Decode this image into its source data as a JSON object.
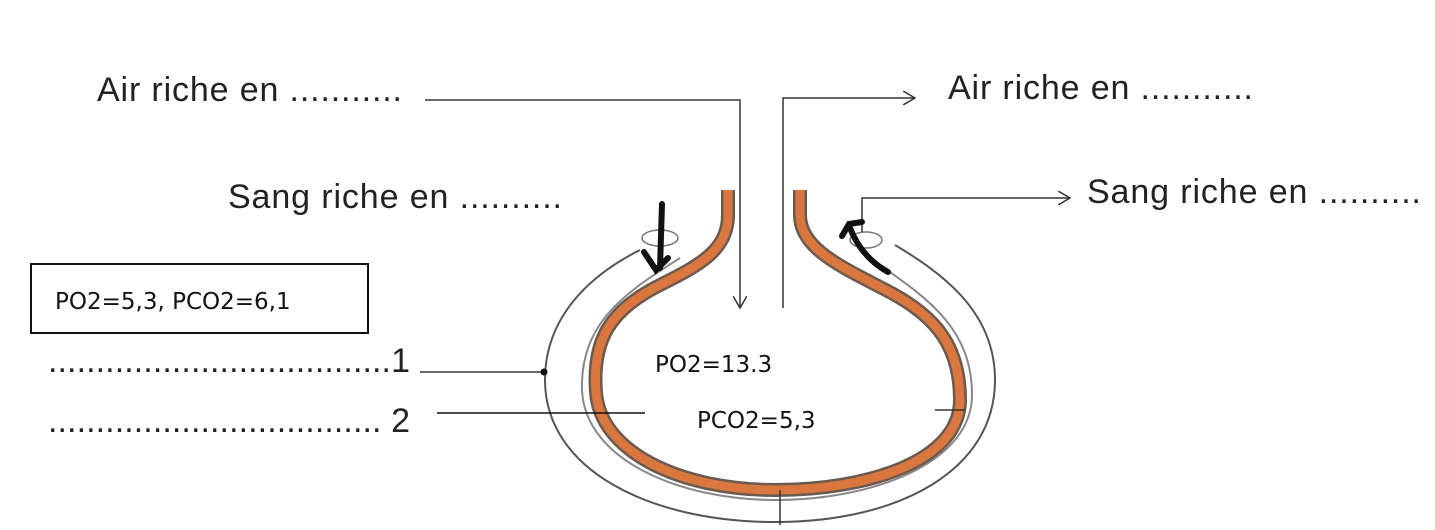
{
  "labels": {
    "air_in": "Air riche en ...........",
    "air_out": "Air riche en ...........",
    "blood_in": "Sang riche en ..........",
    "blood_out": "Sang riche en ..........",
    "part1": "....................................1",
    "part2": "................................... 2"
  },
  "blood_box": "PO2=5,3, PCO2=6,1",
  "alveolus": {
    "po2": "PO2=13.3",
    "pco2": "PCO2=5,3"
  },
  "colors": {
    "wall": "#d9773f",
    "line": "#333333"
  }
}
